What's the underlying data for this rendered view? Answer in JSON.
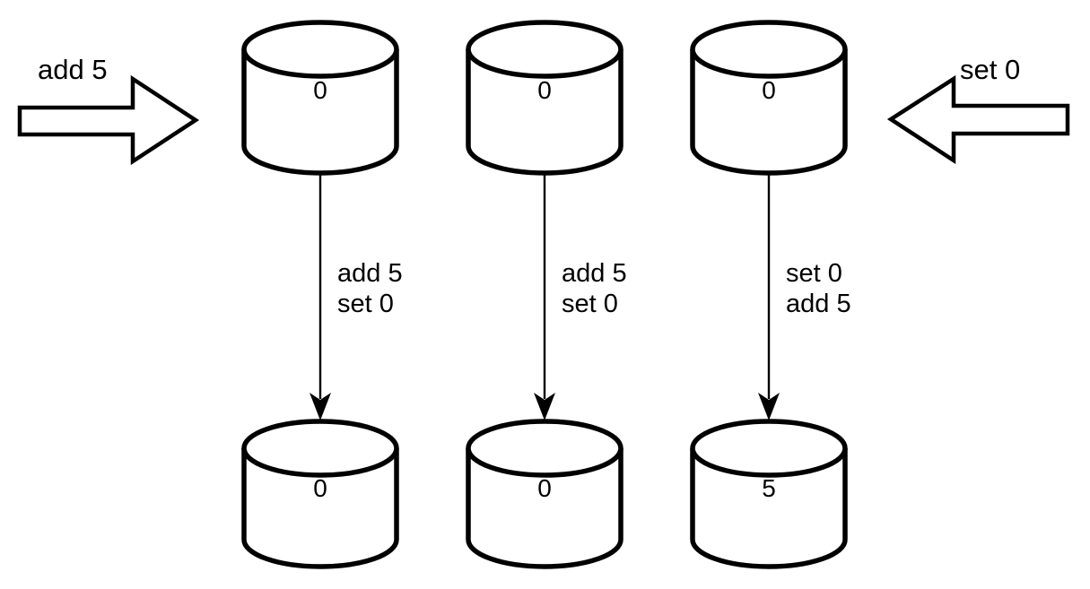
{
  "diagram": {
    "title": "replicated counter convergence diagram",
    "background_color": "#ffffff",
    "stroke_color": "#000000",
    "inputs": [
      {
        "id": "input-left",
        "label": "add 5",
        "direction": "right",
        "target_replica": 1
      },
      {
        "id": "input-right",
        "label": "set 0",
        "direction": "left",
        "target_replica": 3
      }
    ],
    "replicas_top": [
      {
        "id": "replica-1-before",
        "value": "0"
      },
      {
        "id": "replica-2-before",
        "value": "0"
      },
      {
        "id": "replica-3-before",
        "value": "0"
      }
    ],
    "replicas_bottom": [
      {
        "id": "replica-1-after",
        "value": "0"
      },
      {
        "id": "replica-2-after",
        "value": "0"
      },
      {
        "id": "replica-3-after",
        "value": "5"
      }
    ],
    "edges": [
      {
        "id": "edge-1",
        "line1": "add 5",
        "line2": "set 0"
      },
      {
        "id": "edge-2",
        "line1": "add 5",
        "line2": "set 0"
      },
      {
        "id": "edge-3",
        "line1": "set 0",
        "line2": "add 5"
      }
    ]
  }
}
